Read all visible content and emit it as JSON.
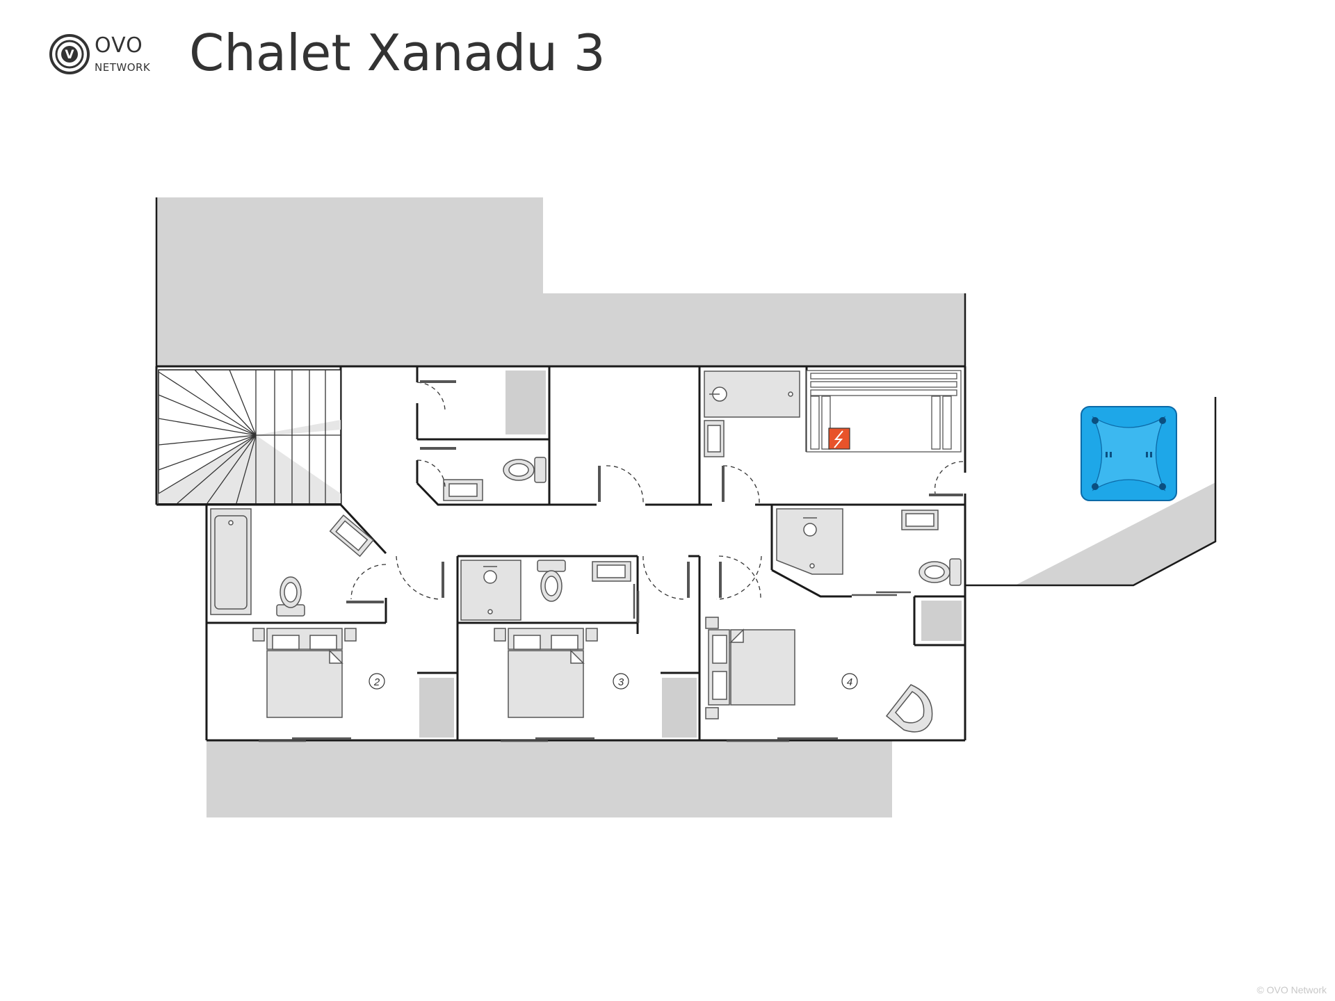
{
  "brand": {
    "mark": "V",
    "word": "OVO",
    "sub": "NETWORK"
  },
  "title": "Chalet Xanadu 3",
  "rooms": [
    {
      "label": "2"
    },
    {
      "label": "3"
    },
    {
      "label": "4"
    }
  ],
  "colors": {
    "wall": "#1a1a1a",
    "terrace": "#d3d3d3",
    "fixture_fill": "#e3e3e3",
    "fixture_stroke": "#555555",
    "hot_tub": "#1ea7e8",
    "sauna_heater": "#e8532a"
  },
  "icons": [
    "ovo-logo-icon",
    "staircase-icon",
    "bathtub-icon",
    "shower-icon",
    "toilet-icon",
    "sink-icon",
    "bed-icon",
    "wardrobe-icon",
    "sauna-icon",
    "sauna-heater-icon",
    "hot-tub-icon",
    "armchair-icon",
    "door-swing-icon",
    "sliding-door-icon"
  ],
  "copyright": "© OVO Network"
}
